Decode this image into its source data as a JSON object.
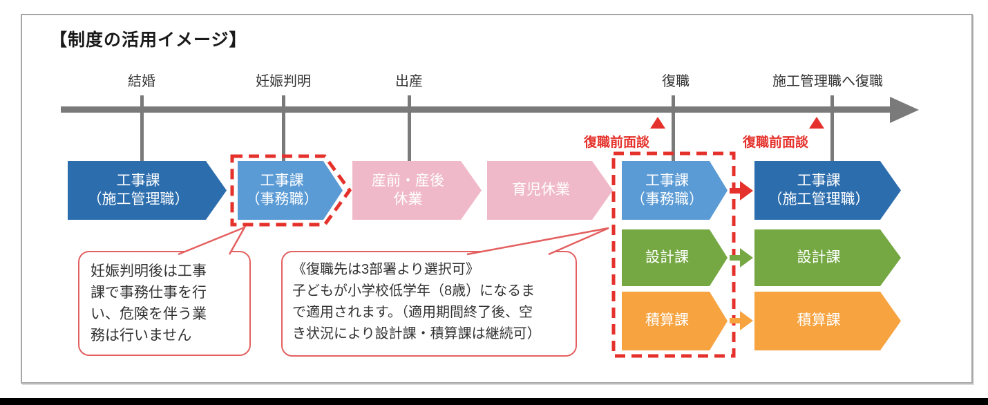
{
  "title": "【制度の活用イメージ】",
  "timeline": {
    "events": [
      "結婚",
      "妊娠判明",
      "出産",
      "復職",
      "施工管理職へ復職"
    ],
    "interview_label": "復職前面談"
  },
  "stages": {
    "career_before": {
      "lines": [
        "工事課",
        "（施工管理職）"
      ]
    },
    "pregnancy_clerical": {
      "lines": [
        "工事課",
        "（事務職）"
      ]
    },
    "maternity_leave": {
      "lines": [
        "産前・産後",
        "休業"
      ]
    },
    "childcare_leave": {
      "lines": [
        "育児休業"
      ]
    },
    "return_clerical": {
      "lines": [
        "工事課",
        "（事務職）"
      ]
    },
    "return_design": {
      "lines": [
        "設計課"
      ]
    },
    "return_estimation": {
      "lines": [
        "積算課"
      ]
    },
    "final_construction": {
      "lines": [
        "工事課",
        "（施工管理職）"
      ]
    },
    "final_design": {
      "lines": [
        "設計課"
      ]
    },
    "final_estimation": {
      "lines": [
        "積算課"
      ]
    }
  },
  "callouts": {
    "pregnancy_note": {
      "lines": [
        "妊娠判明後は工事",
        "課で事務仕事を行",
        "い、危険を伴う業",
        "務は行いません"
      ]
    },
    "return_note": {
      "lines": [
        "《復職先は3部署より選択可》",
        "子どもが小学校低学年（8歳）になるま",
        "で適用されます。（適用期間終了後、空",
        "き状況により設計課・積算課は継続可）"
      ]
    }
  },
  "colors": {
    "dark_blue": "#2c6dae",
    "light_blue": "#5b9bd5",
    "pink": "#f0b9ca",
    "green": "#75a843",
    "orange": "#f6a340",
    "accent_red": "#e5312b",
    "callout_border": "#e45f5f",
    "timeline_gray": "#7a7a7a"
  }
}
